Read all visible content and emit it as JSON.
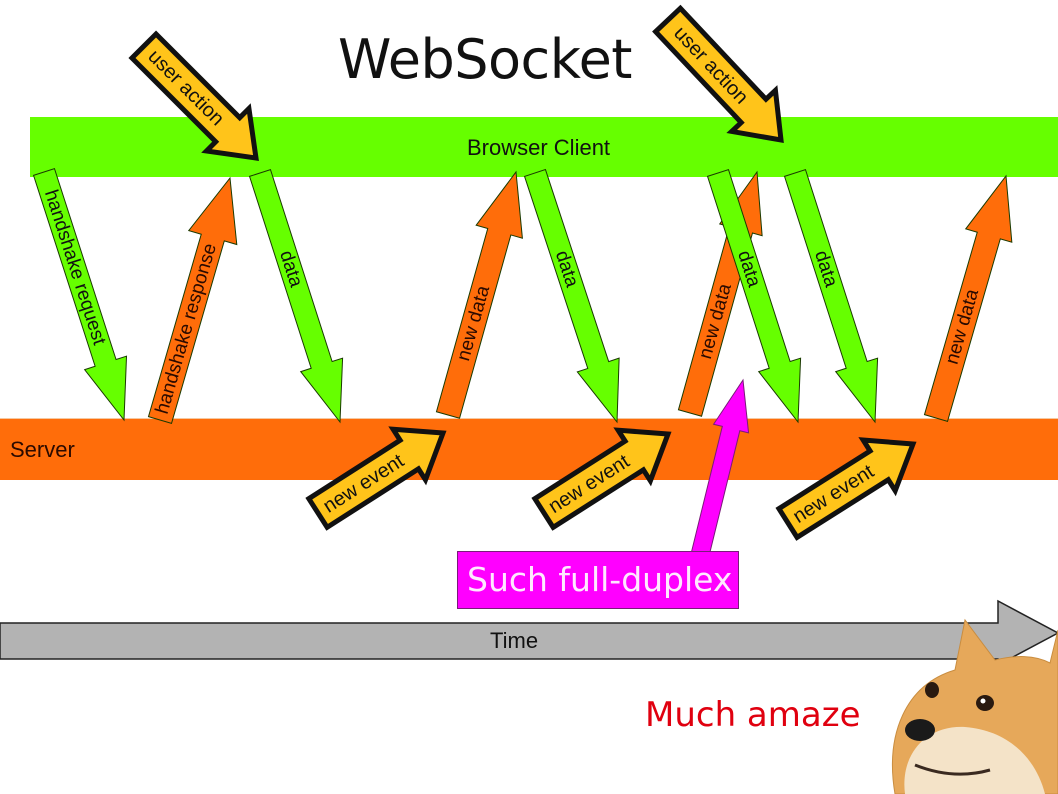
{
  "title": "WebSocket",
  "lanes": {
    "client": "Browser Client",
    "server": "Server",
    "time": "Time"
  },
  "colors": {
    "client": "#66ff00",
    "server": "#ff6d0a",
    "user_action": "#ffc41a",
    "callout": "#ff00ff",
    "time": "#b3b3b3",
    "amaze": "#e0000f"
  },
  "arrows": [
    {
      "id": "handshake-request",
      "label": "handshake request",
      "kind": "client-to-server"
    },
    {
      "id": "handshake-response",
      "label": "handshake response",
      "kind": "server-to-client"
    },
    {
      "id": "data-1",
      "label": "data",
      "kind": "client-to-server"
    },
    {
      "id": "new-data-1",
      "label": "new data",
      "kind": "server-to-client"
    },
    {
      "id": "data-2",
      "label": "data",
      "kind": "client-to-server"
    },
    {
      "id": "new-data-2",
      "label": "new data",
      "kind": "server-to-client"
    },
    {
      "id": "data-3",
      "label": "data",
      "kind": "client-to-server"
    },
    {
      "id": "data-4",
      "label": "data",
      "kind": "client-to-server"
    },
    {
      "id": "new-data-3",
      "label": "new data",
      "kind": "server-to-client"
    }
  ],
  "events": [
    {
      "id": "user-action-1",
      "label": "user action",
      "kind": "user-action"
    },
    {
      "id": "user-action-2",
      "label": "user action",
      "kind": "user-action"
    },
    {
      "id": "new-event-1",
      "label": "new event",
      "kind": "new-event"
    },
    {
      "id": "new-event-2",
      "label": "new event",
      "kind": "new-event"
    },
    {
      "id": "new-event-3",
      "label": "new event",
      "kind": "new-event"
    }
  ],
  "captions": {
    "duplex": "Such full-duplex",
    "amaze": "Much amaze"
  }
}
